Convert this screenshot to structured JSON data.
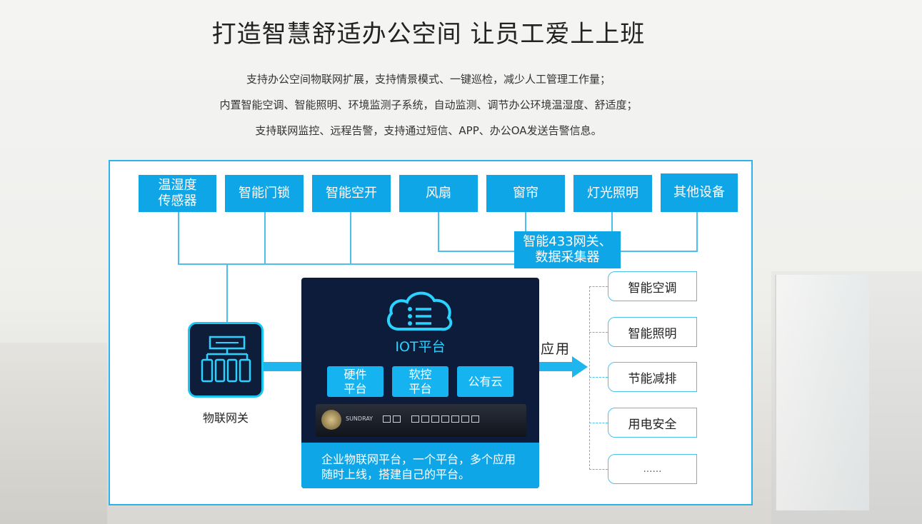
{
  "header": {
    "title": "打造智慧舒适办公空间 让员工爱上上班",
    "lines": [
      "支持办公空间物联网扩展，支持情景模式、一键巡检，减少人工管理工作量；",
      "内置智能空调、智能照明、环境监测子系统，自动监测、调节办公环境温湿度、舒适度；",
      "支持联网监控、远程告警，支持通过短信、APP、办公OA发送告警信息。"
    ]
  },
  "devices": [
    {
      "line1": "温湿度",
      "line2": "传感器"
    },
    {
      "line1": "智能门锁",
      "line2": ""
    },
    {
      "line1": "智能空开",
      "line2": ""
    },
    {
      "line1": "风扇",
      "line2": ""
    },
    {
      "line1": "窗帘",
      "line2": ""
    },
    {
      "line1": "灯光照明",
      "line2": ""
    },
    {
      "line1": "其他设备",
      "line2": ""
    }
  ],
  "gateway433": {
    "line1": "智能433网关、",
    "line2": "数据采集器"
  },
  "iot_gateway": {
    "label": "物联网关"
  },
  "iot_platform": {
    "label": "IOT平台",
    "modules": [
      {
        "line1": "硬件",
        "line2": "平台"
      },
      {
        "line1": "软控",
        "line2": "平台"
      },
      {
        "line1": "公有云",
        "line2": ""
      }
    ],
    "device_brand": "SUNDRAY",
    "footer_line1": "企业物联网平台，一个平台，多个应用",
    "footer_line2": "随时上线，搭建自己的平台。"
  },
  "applications": {
    "title": "应用",
    "items": [
      "智能空调",
      "智能照明",
      "节能减排",
      "用电安全",
      "……"
    ]
  },
  "colors": {
    "accent": "#0fa6e8",
    "dark": "#0c1c3a",
    "line": "#4dbfee",
    "cyan": "#2ad3ff"
  }
}
